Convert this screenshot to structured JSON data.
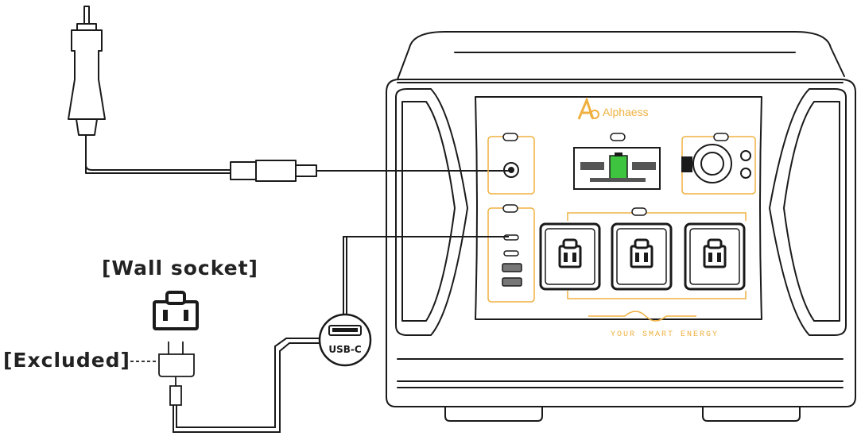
{
  "labels": {
    "wall_socket": "[Wall socket]",
    "excluded": "[Excluded]",
    "usb_c": "USB-C"
  },
  "device": {
    "brand": "Alphaess",
    "slogan": "YOUR SMART ENERGY"
  },
  "colors": {
    "line": "#1a1a1a",
    "accent": "#f0b040",
    "display_green": "#3ec43e"
  }
}
